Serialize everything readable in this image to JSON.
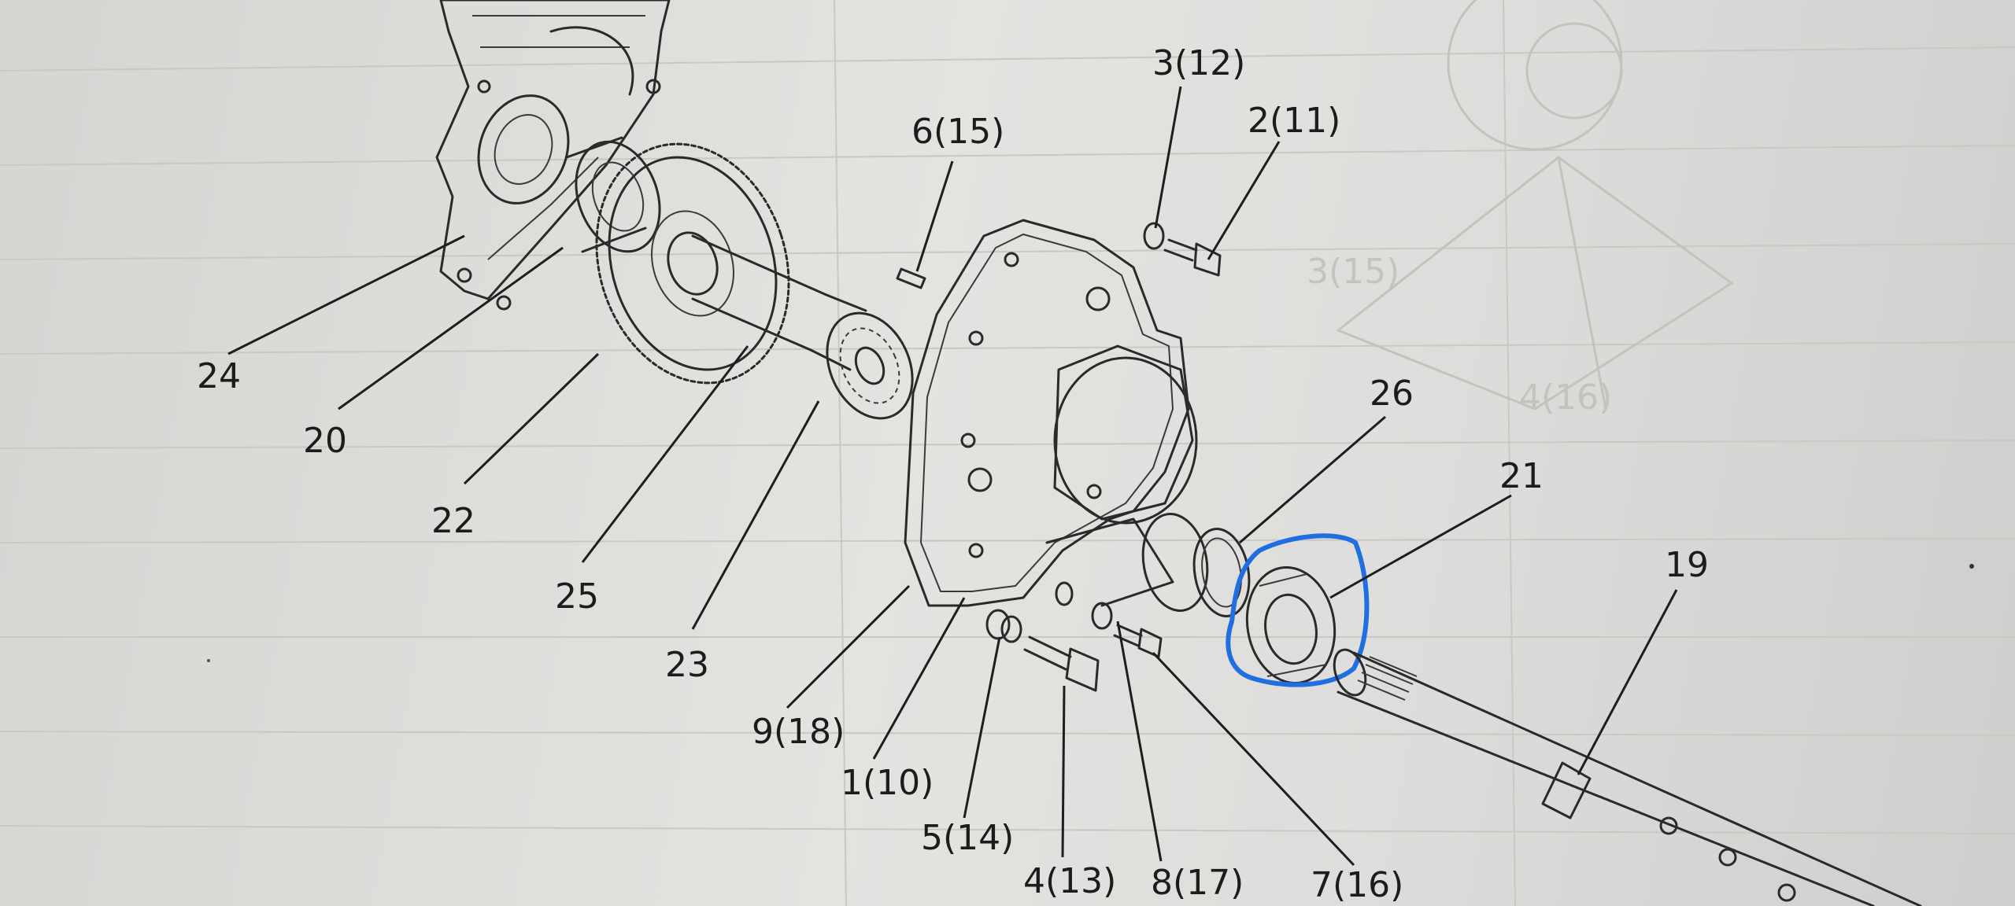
{
  "diagram": {
    "labels": {
      "p24": "24",
      "p20": "20",
      "p22": "22",
      "p25": "25",
      "p23": "23",
      "p6": "6(15)",
      "p3": "3(12)",
      "p2": "2(11)",
      "p26": "26",
      "p21": "21",
      "p19": "19",
      "p9": "9(18)",
      "p1": "1(10)",
      "p5": "5(14)",
      "p4": "4(13)",
      "p8": "8(17)",
      "p7": "7(16)"
    },
    "faint_background_labels": {
      "f1": "3(15)",
      "f2": "4(16)"
    },
    "highlight_color": "#1f6fe0",
    "highlighted_part": "21"
  }
}
